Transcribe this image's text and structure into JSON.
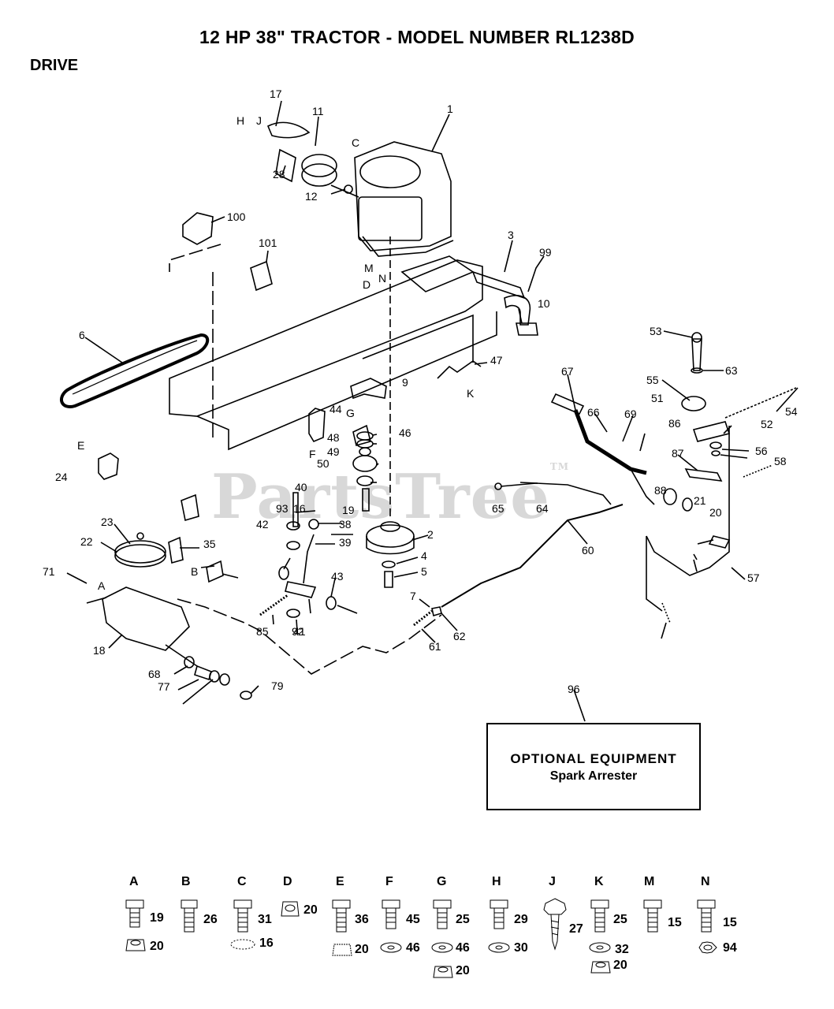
{
  "header": {
    "title": "12 HP 38\" TRACTOR - MODEL NUMBER RL1238D",
    "section": "DRIVE"
  },
  "watermark": {
    "text": "PartsTree",
    "mark": "TM"
  },
  "optional_box": {
    "title": "OPTIONAL EQUIPMENT",
    "subtitle": "Spark Arrester",
    "callout": "96"
  },
  "callouts": [
    "1",
    "17",
    "11",
    "C",
    "J",
    "H",
    "28",
    "12",
    "100",
    "101",
    "M",
    "N",
    "D",
    "3",
    "99",
    "10",
    "6",
    "53",
    "63",
    "47",
    "K",
    "9",
    "G",
    "44",
    "46",
    "48",
    "49",
    "50",
    "F",
    "E",
    "24",
    "67",
    "66",
    "69",
    "55",
    "51",
    "86",
    "52",
    "54",
    "56",
    "87",
    "58",
    "19",
    "40",
    "93",
    "16",
    "38",
    "42",
    "39",
    "2",
    "4",
    "5",
    "65",
    "64",
    "21",
    "20",
    "23",
    "22",
    "35",
    "71",
    "A",
    "B",
    "43",
    "92",
    "85",
    "41",
    "7",
    "62",
    "61",
    "60",
    "88",
    "57",
    "18",
    "68",
    "77",
    "79"
  ],
  "hardware": [
    {
      "letter": "A",
      "part": "19",
      "part2": "20"
    },
    {
      "letter": "B",
      "part": "26"
    },
    {
      "letter": "C",
      "part": "31",
      "part2": "16"
    },
    {
      "letter": "D",
      "part": "20"
    },
    {
      "letter": "E",
      "part": "36",
      "part2": "20"
    },
    {
      "letter": "F",
      "part": "45",
      "part2": "46"
    },
    {
      "letter": "G",
      "part": "25",
      "part2": "46",
      "part3": "20"
    },
    {
      "letter": "H",
      "part": "29",
      "part2": "30"
    },
    {
      "letter": "J",
      "part": "27"
    },
    {
      "letter": "K",
      "part": "25",
      "part2": "32",
      "part3": "20"
    },
    {
      "letter": "M",
      "part": "15"
    },
    {
      "letter": "N",
      "part": "15",
      "part2": "94"
    }
  ]
}
